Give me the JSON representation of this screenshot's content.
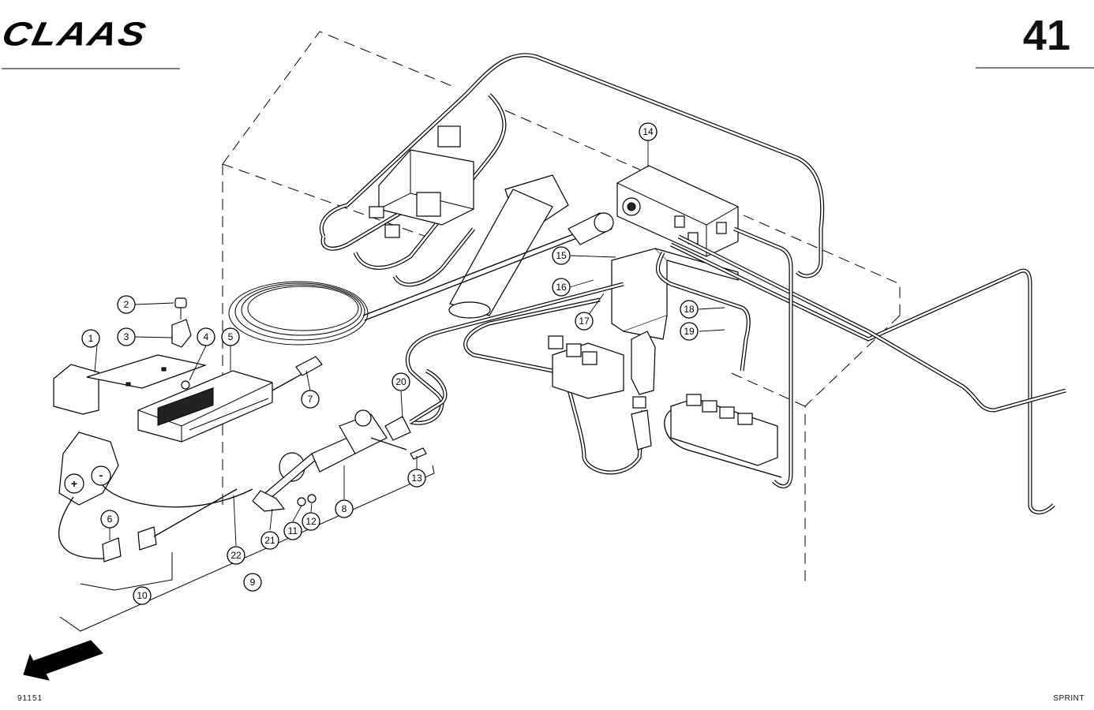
{
  "header": {
    "brand": "CLAAS",
    "page_number": "41"
  },
  "footer": {
    "drawing_code": "91151",
    "model": "SPRINT"
  },
  "callouts": [
    "1",
    "2",
    "3",
    "4",
    "5",
    "6",
    "7",
    "8",
    "9",
    "10",
    "11",
    "12",
    "13",
    "14",
    "15",
    "16",
    "17",
    "18",
    "19",
    "20",
    "21",
    "22"
  ],
  "icons": {
    "direction_arrow": "arrow-down-left-icon",
    "positive_terminal": "+",
    "negative_terminal": "-"
  }
}
